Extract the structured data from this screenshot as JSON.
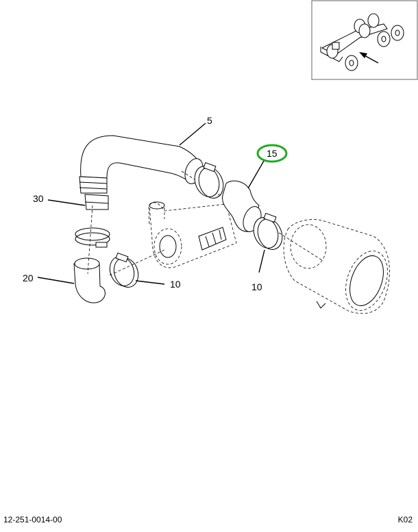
{
  "callouts": {
    "c5": "5",
    "c15": "15",
    "c30": "30",
    "c20": "20",
    "c10a": "10",
    "c10b": "10"
  },
  "highlight_color": "#22aa22",
  "footer": {
    "part_number": "12-251-0014-00",
    "page_code": "K02"
  }
}
